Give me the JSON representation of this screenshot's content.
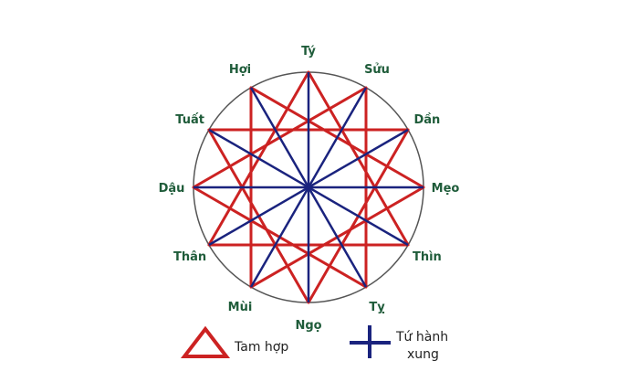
{
  "diagram": {
    "branches": [
      "Tý",
      "Sửu",
      "Dần",
      "Mẹo",
      "Thìn",
      "Tỵ",
      "Ngọ",
      "Mùi",
      "Thân",
      "Dậu",
      "Tuất",
      "Hợi"
    ],
    "tam_hop_groups": [
      [
        "Tý",
        "Thìn",
        "Thân"
      ],
      [
        "Sửu",
        "Tỵ",
        "Dậu"
      ],
      [
        "Dần",
        "Ngọ",
        "Tuất"
      ],
      [
        "Mẹo",
        "Mùi",
        "Hợi"
      ]
    ],
    "tu_hanh_xung_groups": [
      [
        "Tý",
        "Mẹo",
        "Ngọ",
        "Dậu"
      ],
      [
        "Sửu",
        "Thìn",
        "Mùi",
        "Tuất"
      ],
      [
        "Dần",
        "Tỵ",
        "Thân",
        "Hợi"
      ]
    ]
  },
  "legend": {
    "tam_hop_label": "Tam hợp",
    "tu_hanh_xung_line1": "Tứ hành",
    "tu_hanh_xung_line2": "xung"
  },
  "colors": {
    "tam_hop": "#cc2222",
    "tu_hanh_xung": "#1a237e",
    "label": "#1f5c3a",
    "circle": "#555555",
    "legend_text": "#222222"
  }
}
